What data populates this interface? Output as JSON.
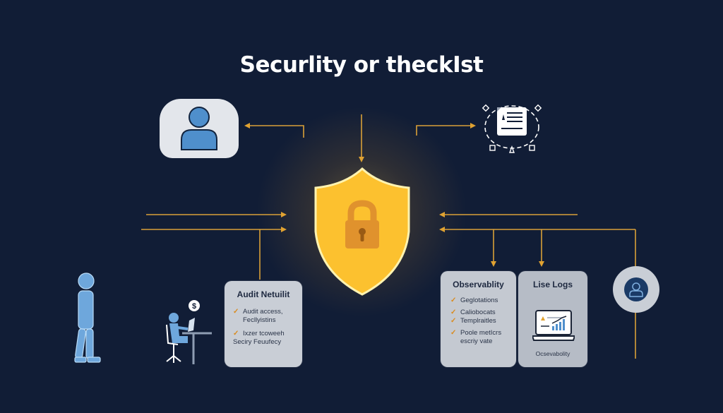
{
  "title": "Securlity or theckIst",
  "colors": {
    "background": "#111d36",
    "connector": "#e0a231",
    "shield": "#fcc12f",
    "lock": "#e0922d",
    "user_blue": "#4f8fcc",
    "card_bg": "#c9ced6"
  },
  "nodes": {
    "cloud_user": {
      "icon": "user-cloud-icon"
    },
    "document": {
      "icon": "document-cycle-icon"
    },
    "shield": {
      "icon": "shield-lock-icon"
    },
    "walking_person": {
      "icon": "walking-person-icon"
    },
    "desk_worker": {
      "icon": "desk-worker-icon",
      "badge": "$"
    },
    "user_circle": {
      "icon": "user-circle-icon"
    }
  },
  "cards": {
    "audit": {
      "title": "Audit Netuilit",
      "items": [
        {
          "lines": [
            "Audit access,",
            "Fecllyistins"
          ]
        },
        {
          "lines": [
            "Iхzer tcoweeh",
            "Seciry Feuufecy"
          ]
        }
      ]
    },
    "observability": {
      "title": "Observablity",
      "items": [
        {
          "lines": [
            "Geglotations"
          ]
        },
        {
          "lines": [
            "Caliobocats"
          ]
        },
        {
          "lines": [
            "Templraitles"
          ]
        },
        {
          "lines": [
            "Poole metIcrs",
            "escriy vate"
          ]
        }
      ]
    },
    "logs": {
      "title": "Lise Logs",
      "caption": "Ocsevabolity",
      "icon": "laptop-chart-icon"
    }
  }
}
